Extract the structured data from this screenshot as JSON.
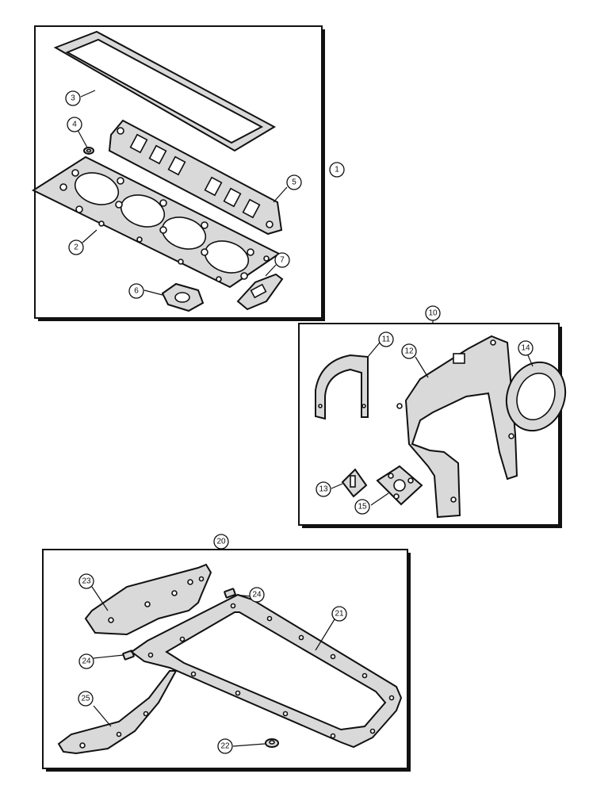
{
  "callouts": {
    "c1": "1",
    "c2": "2",
    "c3": "3",
    "c4": "4",
    "c5": "5",
    "c6": "6",
    "c7": "7",
    "c10": "10",
    "c11": "11",
    "c12": "12",
    "c13": "13",
    "c14": "14",
    "c15": "15",
    "c20": "20",
    "c21": "21",
    "c22": "22",
    "c23": "23",
    "c24a": "24",
    "c24b": "24",
    "c25": "25"
  }
}
